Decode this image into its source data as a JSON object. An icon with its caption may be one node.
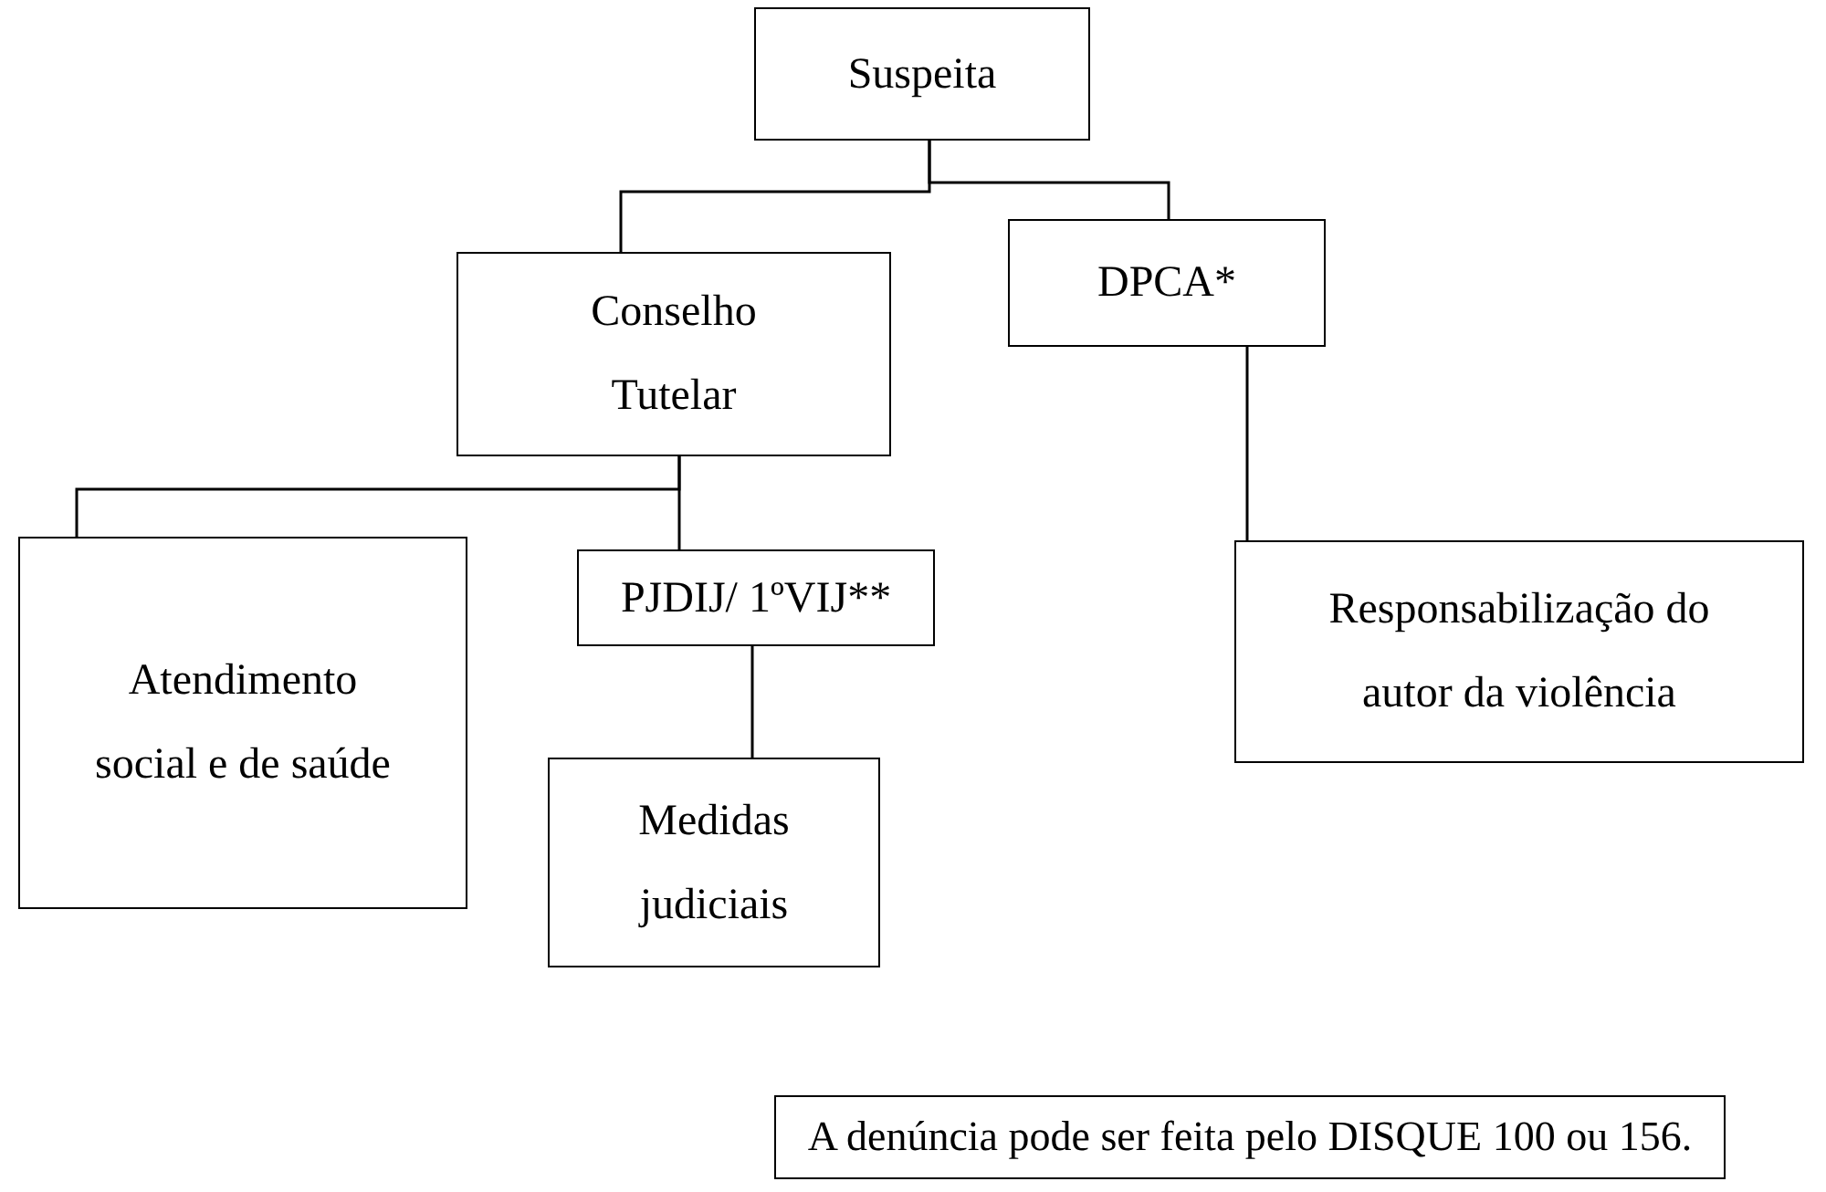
{
  "diagram": {
    "nodes": [
      {
        "text": [
          "Suspeita"
        ]
      },
      {
        "text": [
          "Conselho Tutelar"
        ]
      },
      {
        "text": [
          "DPCA*"
        ]
      },
      {
        "text": [
          "Atendimento social e de saúde"
        ]
      },
      {
        "text": [
          "PJDIJ/ 1ºVIJ**"
        ]
      },
      {
        "text": [
          "Responsabilização do autor da violência"
        ]
      },
      {
        "text": [
          "Medidas judiciais"
        ]
      },
      {
        "text": [
          "A denúncia pode ser feita pelo DISQUE 100 ou 156."
        ]
      }
    ],
    "edges": [
      {
        "from": 0,
        "to": 1,
        "arrow": "none"
      },
      {
        "from": 0,
        "to": 2,
        "arrow": "none"
      },
      {
        "from": 1,
        "to": 3,
        "arrow": "none"
      },
      {
        "from": 1,
        "to": 4,
        "arrow": "none"
      },
      {
        "from": 2,
        "to": 5,
        "arrow": "none"
      },
      {
        "from": 4,
        "to": 6,
        "arrow": "none"
      }
    ]
  }
}
